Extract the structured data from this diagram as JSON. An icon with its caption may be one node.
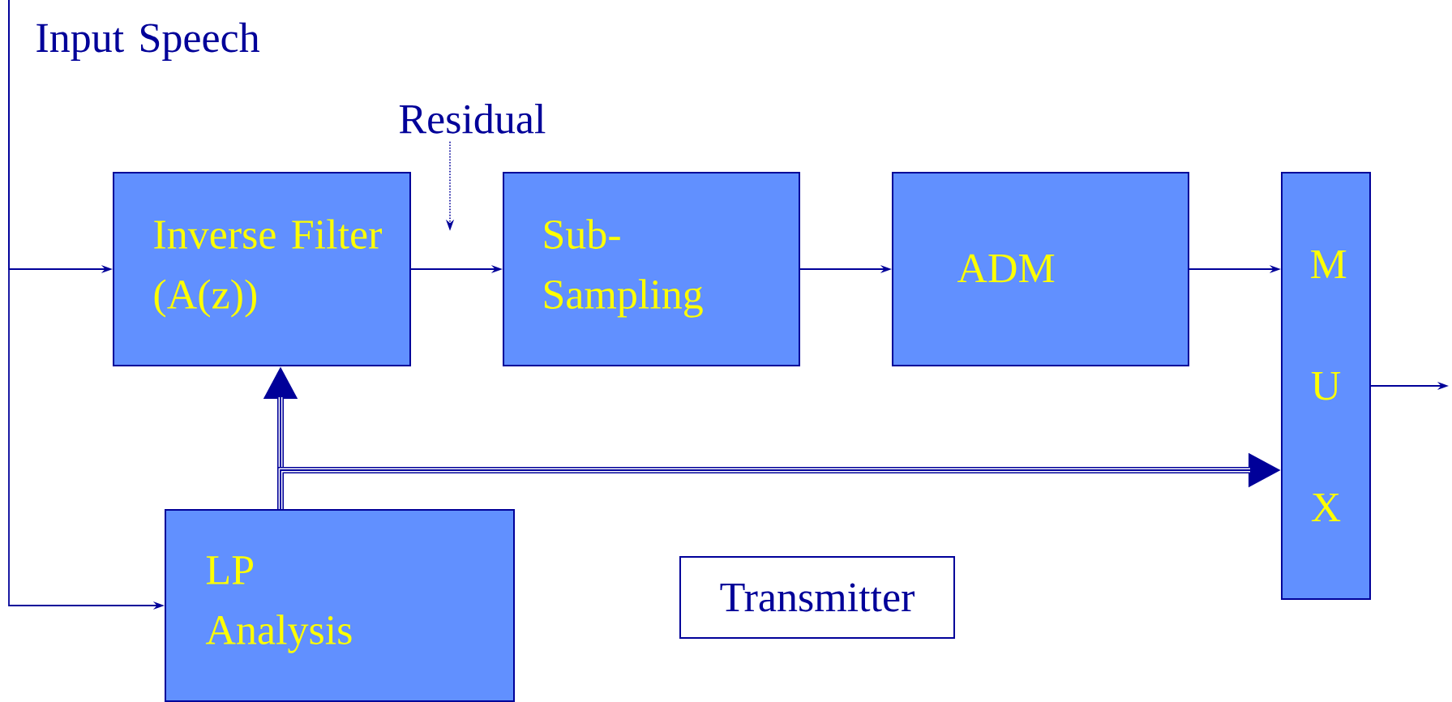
{
  "diagram": {
    "nodes": [
      {
        "text": [
          "Input Speech"
        ]
      },
      {
        "text": [
          "Inverse Filter (A(z))"
        ]
      },
      {
        "text": [
          "Sub-Sampling"
        ]
      },
      {
        "text": [
          "ADM"
        ]
      },
      {
        "text": [
          "M U X"
        ]
      },
      {
        "text": [
          "LP Analysis"
        ]
      },
      {
        "text": [
          "Transmitter"
        ]
      },
      {
        "text": [
          "Residual"
        ]
      }
    ],
    "edges": [
      {
        "from": 0,
        "to": 1,
        "arrow": "to"
      },
      {
        "from": 0,
        "to": 5,
        "arrow": "to"
      },
      {
        "from": 1,
        "to": 2,
        "arrow": "to"
      },
      {
        "from": 2,
        "to": 3,
        "arrow": "to"
      },
      {
        "from": 3,
        "to": 4,
        "arrow": "to"
      },
      {
        "from": 4,
        "to": null,
        "arrow": "to"
      },
      {
        "from": 5,
        "to": 1,
        "arrow": "to",
        "style": "thick"
      },
      {
        "from": 5,
        "to": 4,
        "arrow": "to",
        "style": "thick"
      },
      {
        "from": 7,
        "to": null,
        "arrow": "to",
        "style": "dashed"
      }
    ]
  }
}
